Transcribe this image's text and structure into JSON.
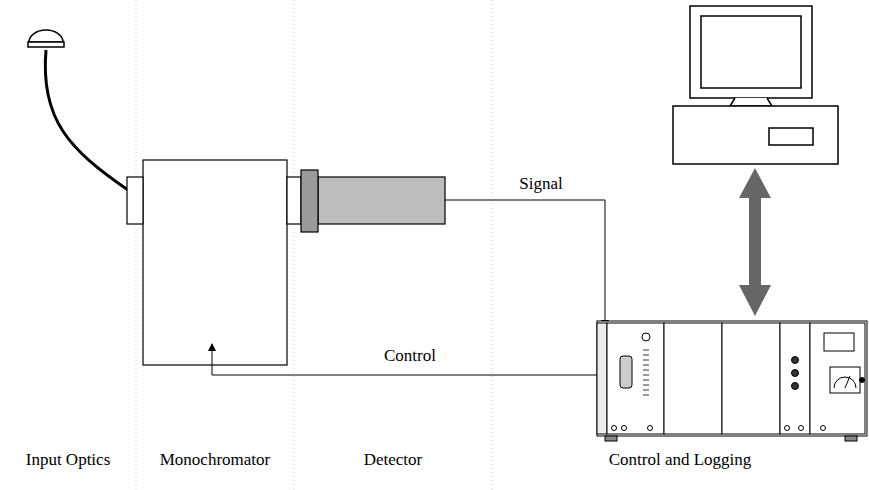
{
  "diagram": {
    "labels": [
      "Signal",
      "Control",
      "Input Optics",
      "Monochromator",
      "Detector",
      "Control and Logging"
    ]
  }
}
